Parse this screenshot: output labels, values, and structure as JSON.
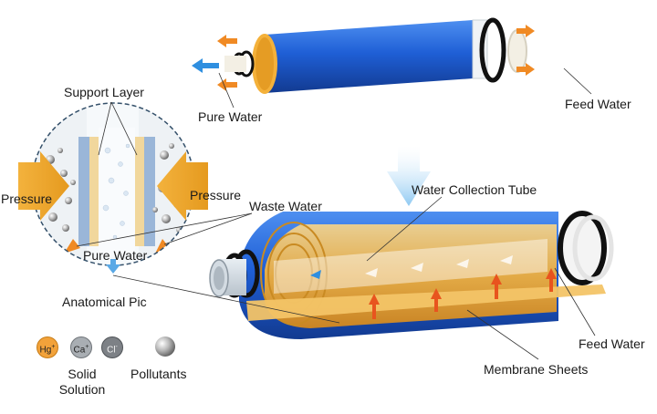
{
  "labels": {
    "pure_water_top": "Pure Water",
    "feed_water_top": "Feed Water",
    "support_layer": "Support Layer",
    "pressure_left": "Pressure",
    "pressure_right": "Pressure",
    "waste_water": "Waste Water",
    "pure_water_inset": "Pure Water",
    "anatomical_pic": "Anatomical Pic",
    "water_collection_tube": "Water Collection Tube",
    "feed_water_bottom": "Feed Water",
    "membrane_sheets": "Membrane Sheets"
  },
  "legend": {
    "ions": [
      {
        "symbol": "Hg",
        "charge": "+",
        "color": "#f2a23a"
      },
      {
        "symbol": "Ca",
        "charge": "+",
        "color": "#a9aeb3"
      },
      {
        "symbol": "Cl",
        "charge": "-",
        "color": "#7d8186"
      }
    ],
    "solid_solution": "Solid Solution",
    "pollutants": "Pollutants"
  },
  "colors": {
    "membrane_blue": "#1f5fd6",
    "membrane_orange": "#f5b335",
    "arrow_orange": "#f08a24",
    "arrow_blue": "#5aa9e6"
  }
}
